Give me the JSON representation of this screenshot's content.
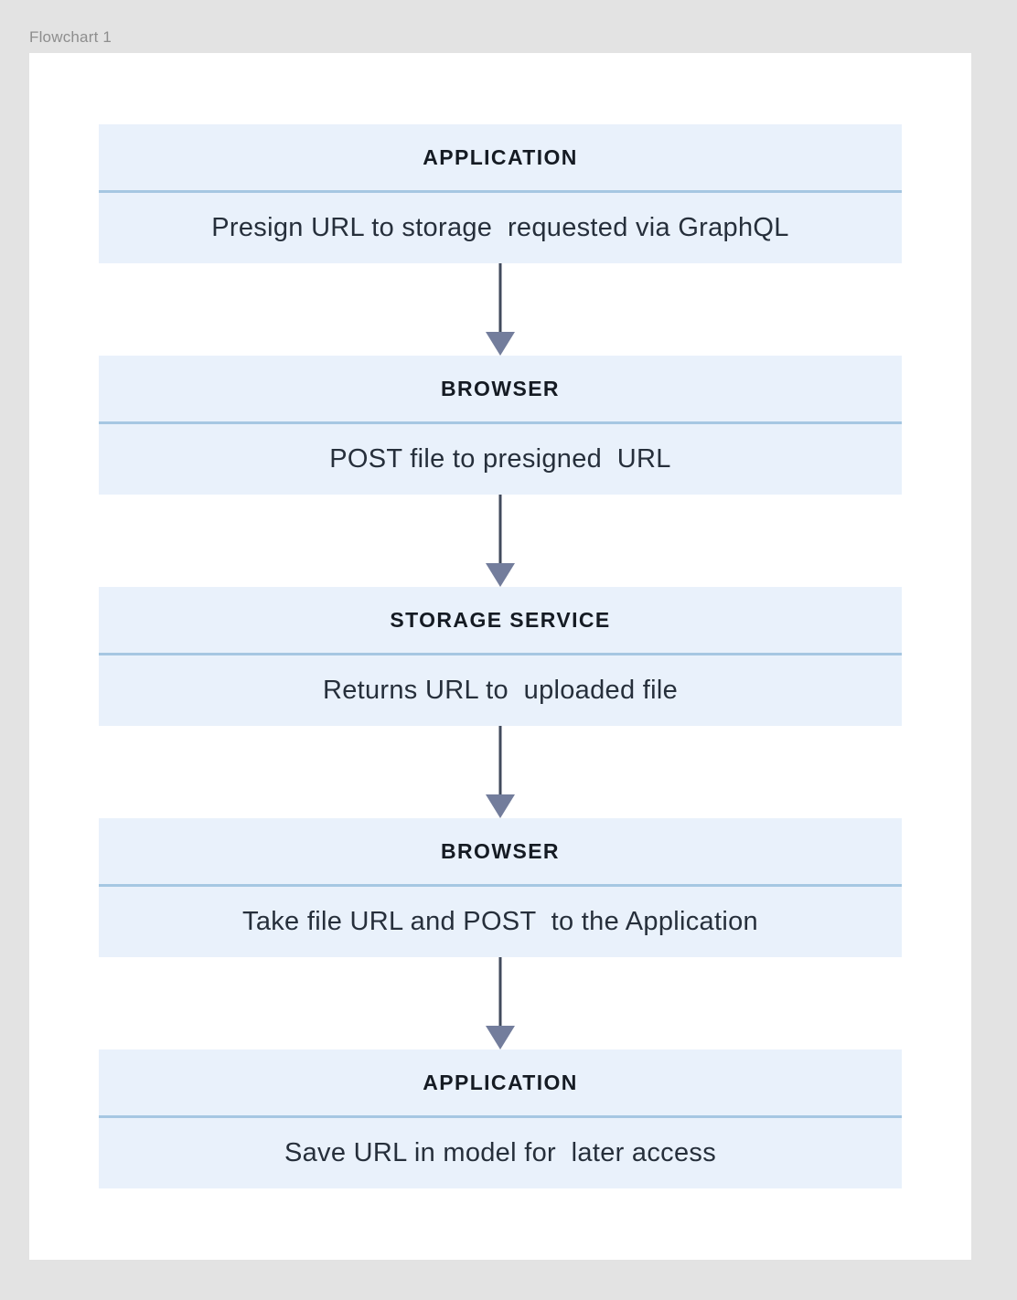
{
  "caption": "Flowchart 1",
  "colors": {
    "page_background": "#e3e3e3",
    "canvas": "#ffffff",
    "node_fill": "#e9f1fb",
    "node_divider": "#a6c7e2",
    "header_text": "#151b23",
    "body_text": "#262f3b",
    "caption_text": "#8e8e8e",
    "arrow_line": "#414a5c",
    "arrow_head": "#737d9c"
  },
  "chart_data": {
    "type": "diagram",
    "title": "Flowchart 1",
    "orientation": "vertical",
    "connector": "arrow-down",
    "nodes": [
      {
        "header": "APPLICATION",
        "body": "Presign URL to storage  requested via GraphQL"
      },
      {
        "header": "BROWSER",
        "body": "POST file to presigned  URL"
      },
      {
        "header": "STORAGE SERVICE",
        "body": "Returns URL to  uploaded file"
      },
      {
        "header": "BROWSER",
        "body": "Take file URL and POST  to the Application"
      },
      {
        "header": "APPLICATION",
        "body": "Save URL in model for  later access"
      }
    ]
  }
}
